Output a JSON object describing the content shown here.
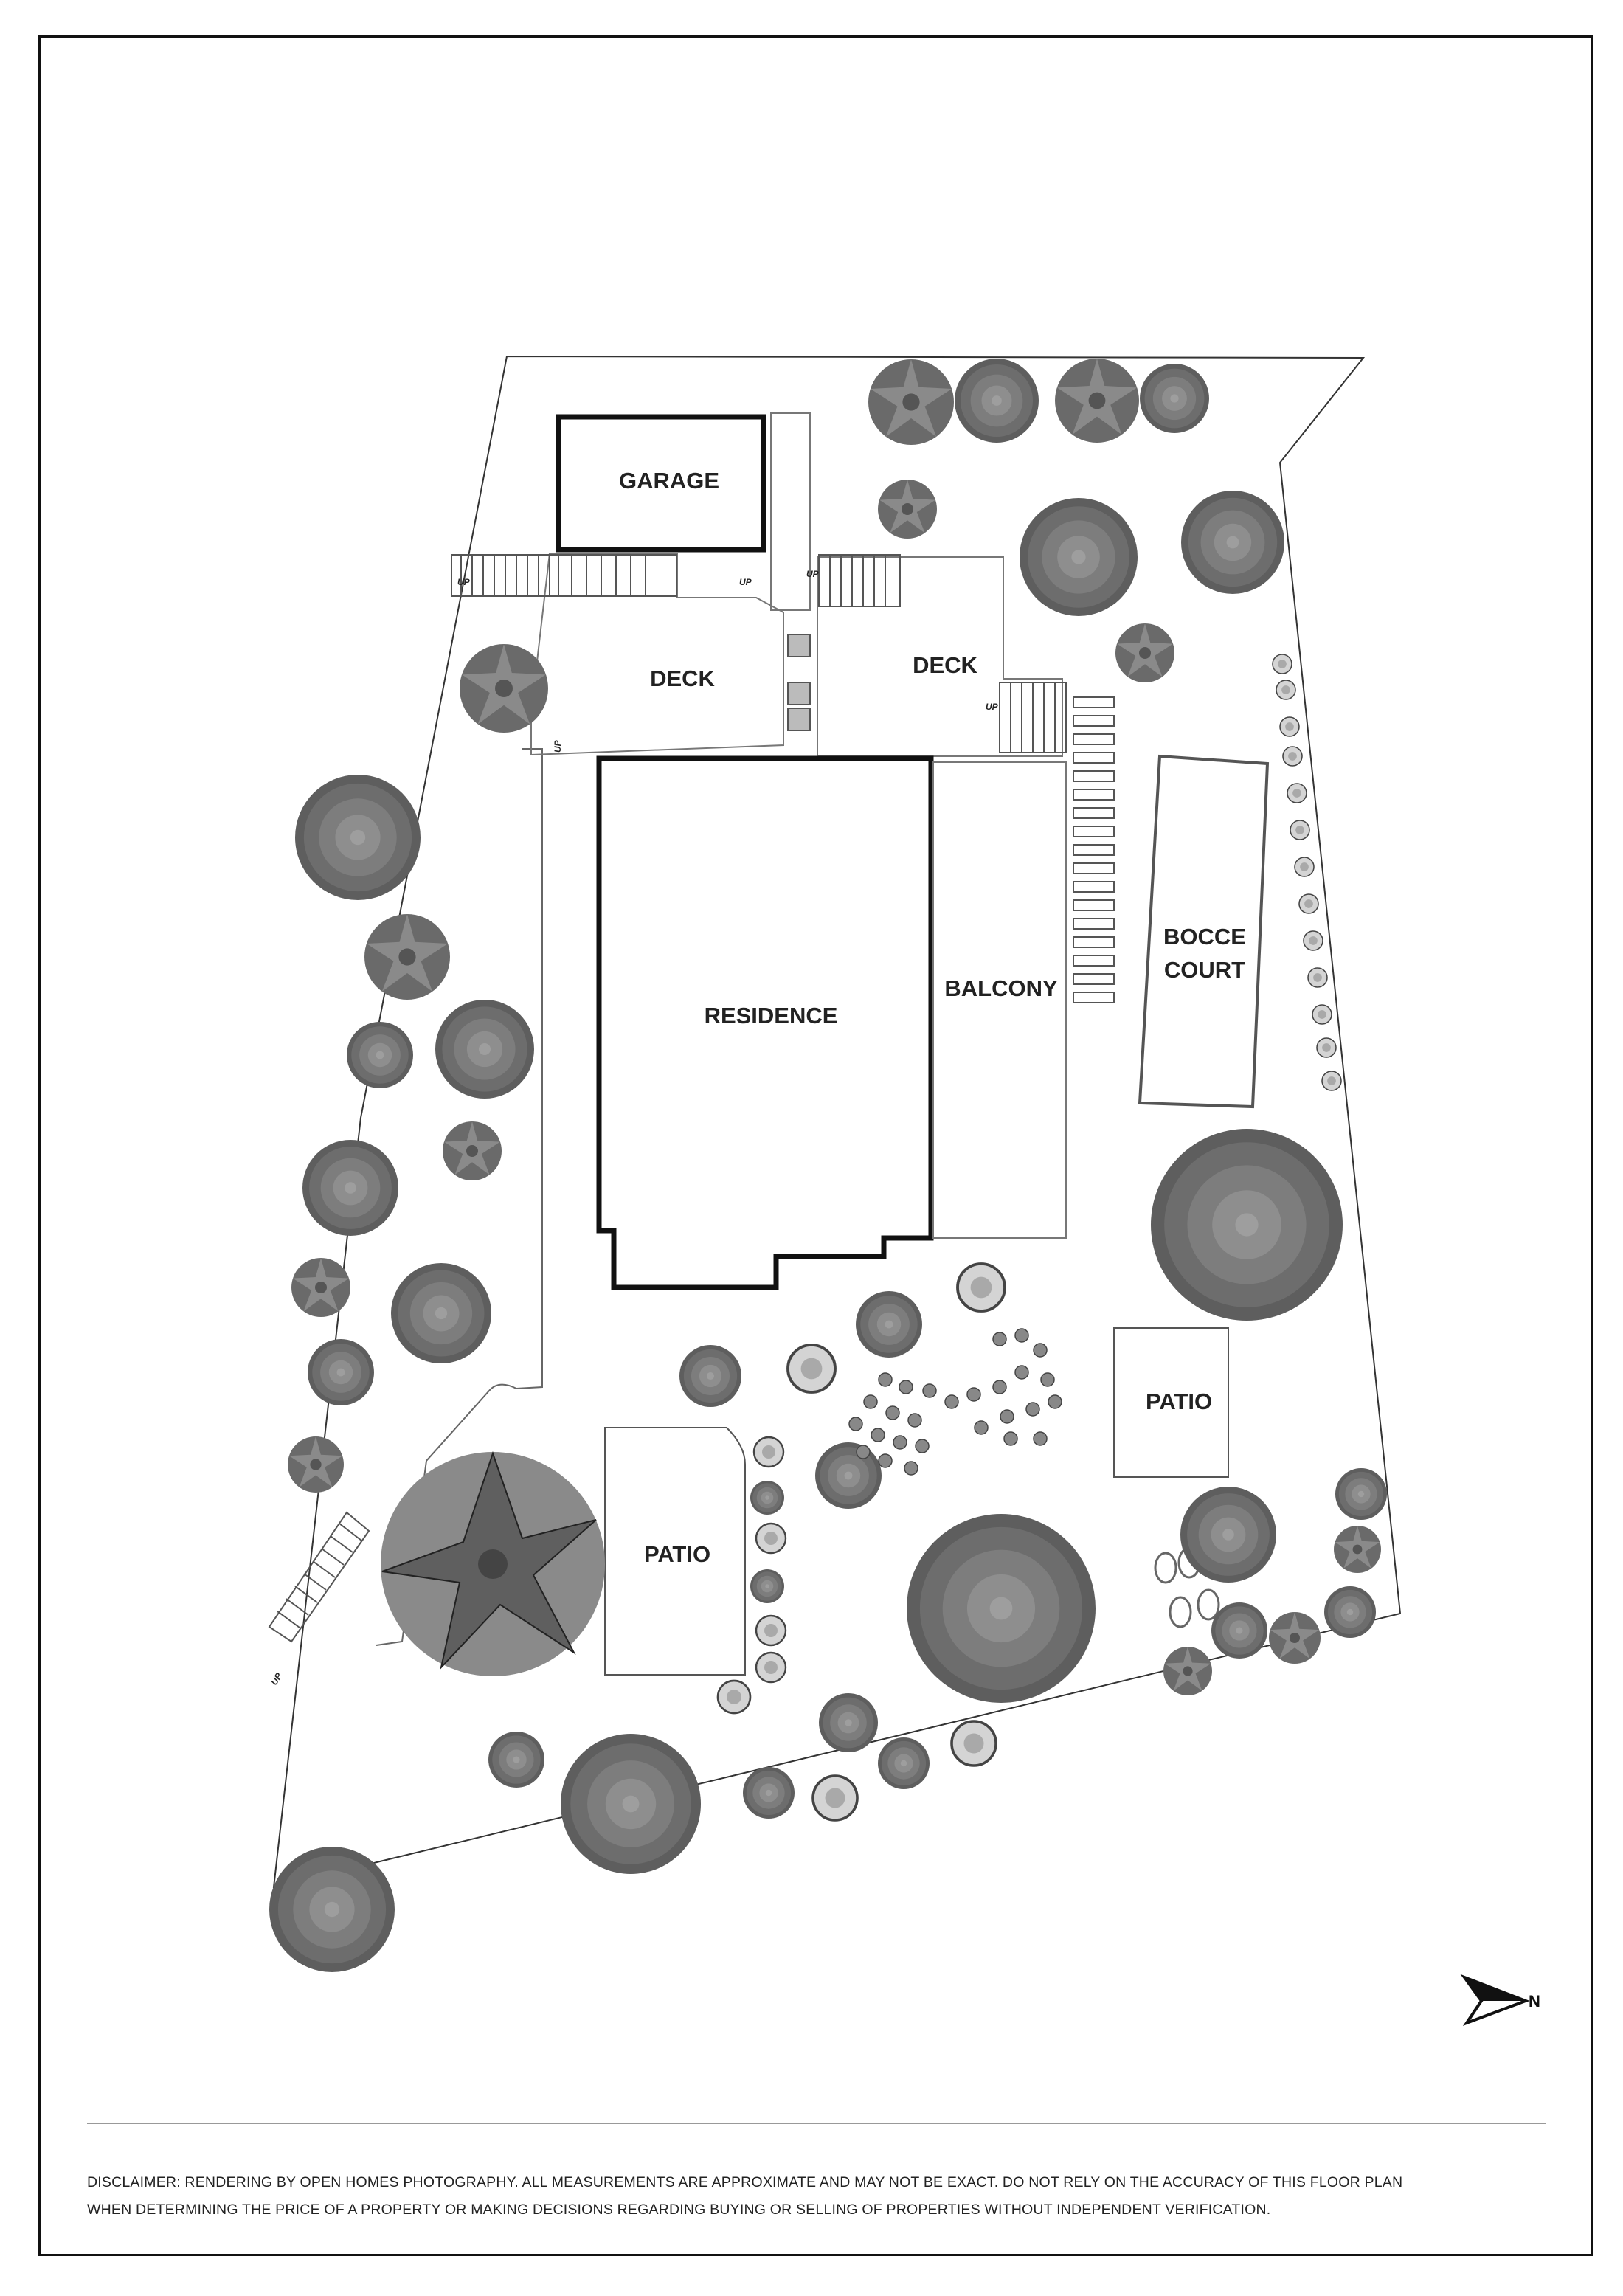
{
  "labels": {
    "garage": "GARAGE",
    "deck_left": "DECK",
    "deck_right": "DECK",
    "residence": "RESIDENCE",
    "balcony": "BALCONY",
    "bocce_line1": "BOCCE",
    "bocce_line2": "COURT",
    "patio_right": "PATIO",
    "patio_left": "PATIO",
    "up": "UP"
  },
  "compass": {
    "letter": "N",
    "icon": "north-arrow-icon"
  },
  "disclaimer": {
    "line1": "DISCLAIMER: RENDERING BY OPEN HOMES PHOTOGRAPHY. ALL MEASUREMENTS ARE APPROXIMATE AND MAY NOT BE EXACT. DO NOT RELY ON THE ACCURACY OF THIS FLOOR PLAN",
    "line2": "WHEN DETERMINING THE PRICE OF A PROPERTY OR MAKING DECISIONS REGARDING BUYING OR SELLING OF PROPERTIES WITHOUT INDEPENDENT VERIFICATION."
  },
  "colors": {
    "tree_dark": "#5e5e5e",
    "tree_mid": "#777777",
    "tree_light": "#9a9a9a",
    "outline": "#111111",
    "shrub_light": "#cfcfcf"
  }
}
